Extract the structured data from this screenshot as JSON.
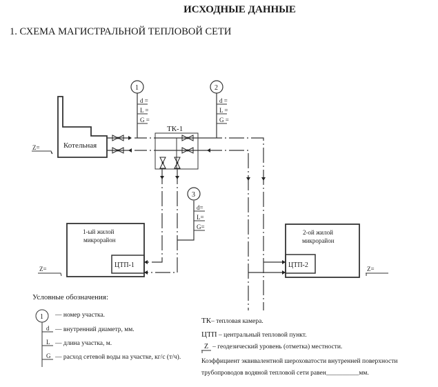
{
  "document": {
    "title": "ИСХОДНЫЕ ДАННЫЕ",
    "section_heading": "1. СХЕМА МАГИСТРАЛЬНОЙ ТЕПЛОВОЙ СЕТИ"
  },
  "scheme": {
    "boiler_label": "Котельная",
    "chamber_label": "ТК-1",
    "district1_label": [
      "1-ый жилой",
      "микрорайон"
    ],
    "district2_label": [
      "2-ой жилой",
      "микрорайон"
    ],
    "ctp1_label": "ЦТП-1",
    "ctp2_label": "ЦТП-2",
    "z_label": "Z=",
    "sections": [
      {
        "number": "1",
        "params": [
          "d =",
          "L =",
          "G ="
        ]
      },
      {
        "number": "2",
        "params": [
          "d =",
          "L =",
          "G ="
        ]
      },
      {
        "number": "3",
        "params": [
          "d=",
          "L=",
          "G="
        ]
      }
    ]
  },
  "legend": {
    "title": "Условные обозначения:",
    "number_symbol": "1",
    "items": [
      {
        "symbol": "",
        "text": "— номер участка."
      },
      {
        "symbol": "d",
        "text": "— внутренний диаметр, мм."
      },
      {
        "symbol": "L",
        "text": "— длина участка, м."
      },
      {
        "symbol": "G",
        "text": "— расход сетевой воды на участке, кг/с (т/ч)."
      }
    ],
    "abbreviations": [
      {
        "abbr": "ТК",
        "text": "– тепловая камера."
      },
      {
        "abbr": "ЦТП",
        "text": " –  центральный тепловой пункт."
      },
      {
        "abbr": "Z",
        "text": "– геодезический уровень (отметка) местности."
      }
    ],
    "roughness_line1": "Коэффициент эквивалентной шероховатости внутренней поверхности",
    "roughness_line2": "трубопроводов водяной тепловой сети равен",
    "roughness_blank": "__________",
    "roughness_unit": "мм."
  }
}
